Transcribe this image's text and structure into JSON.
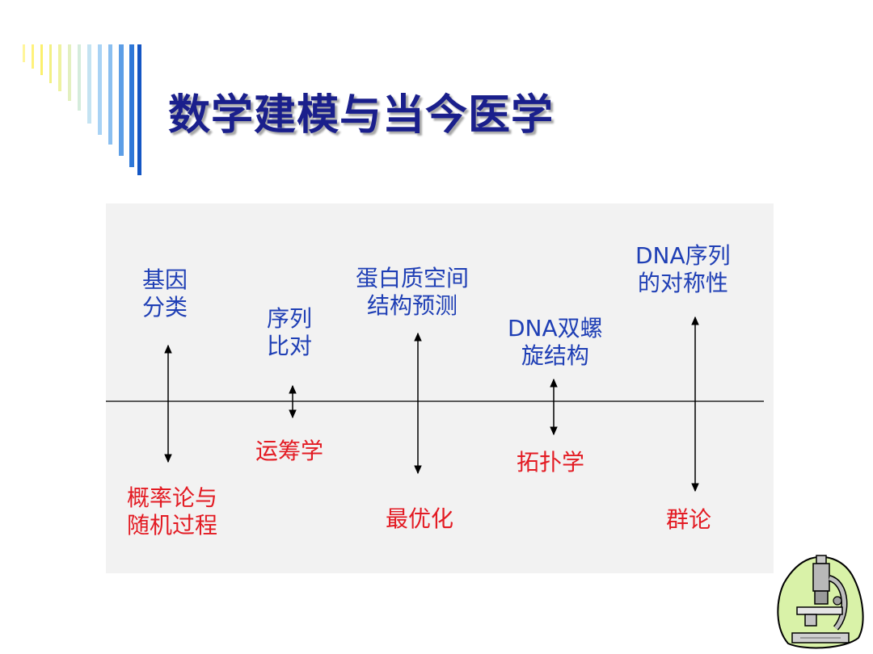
{
  "slide": {
    "title": "数学建模与当今医学"
  },
  "diagram": {
    "items": [
      {
        "top_line1": "基因",
        "top_line2": "分类",
        "bottom_line1": "概率论与",
        "bottom_line2": "随机过程"
      },
      {
        "top_line1": "序列",
        "top_line2": "比对",
        "bottom_line1": "运筹学",
        "bottom_line2": ""
      },
      {
        "top_line1": "蛋白质空间",
        "top_line2": "结构预测",
        "bottom_line1": "最优化",
        "bottom_line2": ""
      },
      {
        "top_line1": "DNA双螺",
        "top_line2": "旋结构",
        "bottom_line1": "拓扑学",
        "bottom_line2": ""
      },
      {
        "top_line1": "DNA序列",
        "top_line2": "的对称性",
        "bottom_line1": "群论",
        "bottom_line2": ""
      }
    ]
  },
  "colors": {
    "title": "#1a1f8c",
    "biology_label": "#1f3fb5",
    "math_label": "#e31b23",
    "panel_bg": "#f2f2f2"
  },
  "icons": {
    "corner_decoration": "striped-bars-icon",
    "microscope": "microscope-icon"
  }
}
